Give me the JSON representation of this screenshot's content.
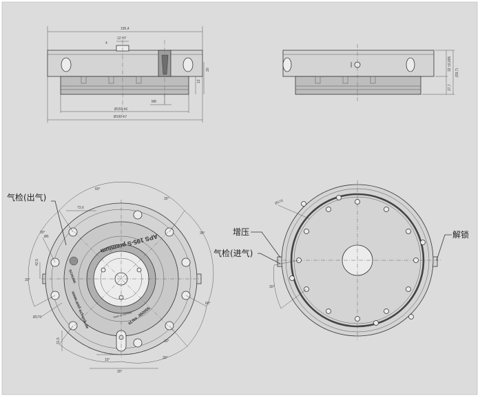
{
  "labels": {
    "air_check_out": "气检(出气)",
    "boost": "增压",
    "air_check_in": "气检(进气)",
    "unlock": "解锁"
  },
  "dims": {
    "width_top": "195,4",
    "tol_12": "12 H7",
    "dim_4": "4",
    "h_20": "20",
    "h_13": "13",
    "m8": "M8",
    "d155": "Ø155 h6",
    "d190": "Ø190 h7",
    "h_32": "32 ±0,005",
    "h_277": "27,7",
    "h_597": "(59,7)",
    "ang_60": "60°",
    "ang_30a": "30°",
    "ang_30b": "30°",
    "ang_30c": "30°",
    "ang_30d": "30°",
    "ang_30e": "30°",
    "ang_30f": "30°",
    "ang_60b": "60°",
    "d736": "73,6",
    "d42": "42,5",
    "d170": "Ø170",
    "d6": "Ø6",
    "d315": "31,5",
    "ang_15": "15°",
    "ang_30g": "30°",
    "d170b": "Ø170",
    "ang_30h": "30°"
  },
  "engraving": {
    "model": "APS 195-S premium",
    "website": "www.amf-schunk.de",
    "id_no": "Id.No. 460005",
    "brand": "SCHUNK",
    "origin": "Made in Germany"
  }
}
